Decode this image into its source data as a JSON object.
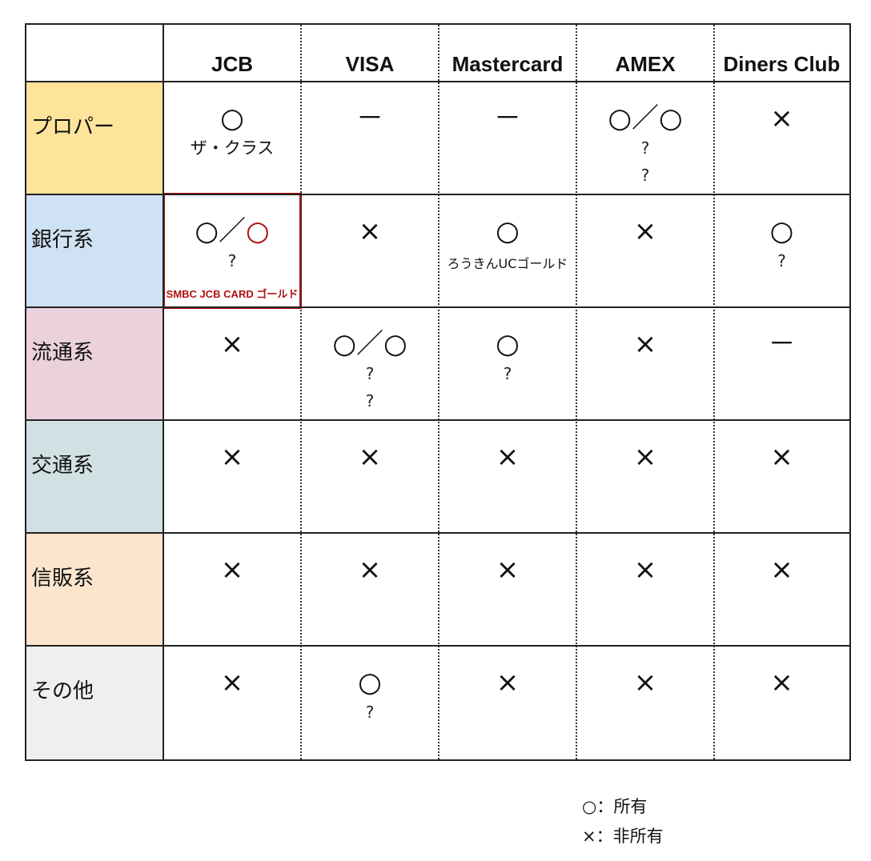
{
  "columns": [
    "JCB",
    "VISA",
    "Mastercard",
    "AMEX",
    "Diners Club"
  ],
  "rows": [
    {
      "label": "プロパー",
      "color": "#fde49a",
      "cells": [
        {
          "mark": "○",
          "notes": [
            "ザ・クラス"
          ]
        },
        {
          "mark": "－",
          "notes": []
        },
        {
          "mark": "－",
          "notes": []
        },
        {
          "mark": "○／○",
          "notes": [
            "?",
            "?"
          ]
        },
        {
          "mark": "×",
          "notes": []
        }
      ]
    },
    {
      "label": "銀行系",
      "color": "#cfe2f3",
      "cells": [
        {
          "mark_left": "○／",
          "mark_right": "○",
          "notes": [
            "?"
          ],
          "highlight": "SMBC JCB CARD ゴールド"
        },
        {
          "mark": "×",
          "notes": []
        },
        {
          "mark": "○",
          "small_note": "ろうきんUCゴールド"
        },
        {
          "mark": "×",
          "notes": []
        },
        {
          "mark": "○",
          "notes": [
            "?"
          ]
        }
      ]
    },
    {
      "label": "流通系",
      "color": "#ead1dc",
      "cells": [
        {
          "mark": "×",
          "notes": []
        },
        {
          "mark": "○／○",
          "notes": [
            "?",
            "?"
          ]
        },
        {
          "mark": "○",
          "notes": [
            "?"
          ]
        },
        {
          "mark": "×",
          "notes": []
        },
        {
          "mark": "－",
          "notes": []
        }
      ]
    },
    {
      "label": "交通系",
      "color": "#d0e0e3",
      "cells": [
        {
          "mark": "×",
          "notes": []
        },
        {
          "mark": "×",
          "notes": []
        },
        {
          "mark": "×",
          "notes": []
        },
        {
          "mark": "×",
          "notes": []
        },
        {
          "mark": "×",
          "notes": []
        }
      ]
    },
    {
      "label": "信販系",
      "color": "#fce5cd",
      "cells": [
        {
          "mark": "×",
          "notes": []
        },
        {
          "mark": "×",
          "notes": []
        },
        {
          "mark": "×",
          "notes": []
        },
        {
          "mark": "×",
          "notes": []
        },
        {
          "mark": "×",
          "notes": []
        }
      ]
    },
    {
      "label": "その他",
      "color": "#efefef",
      "cells": [
        {
          "mark": "×",
          "notes": []
        },
        {
          "mark": "○",
          "notes": [
            "?"
          ]
        },
        {
          "mark": "×",
          "notes": []
        },
        {
          "mark": "×",
          "notes": []
        },
        {
          "mark": "×",
          "notes": []
        }
      ]
    }
  ],
  "legend": {
    "owned": "○：所有",
    "not_owned": "×：非所有"
  },
  "highlight_color": "#b01010"
}
